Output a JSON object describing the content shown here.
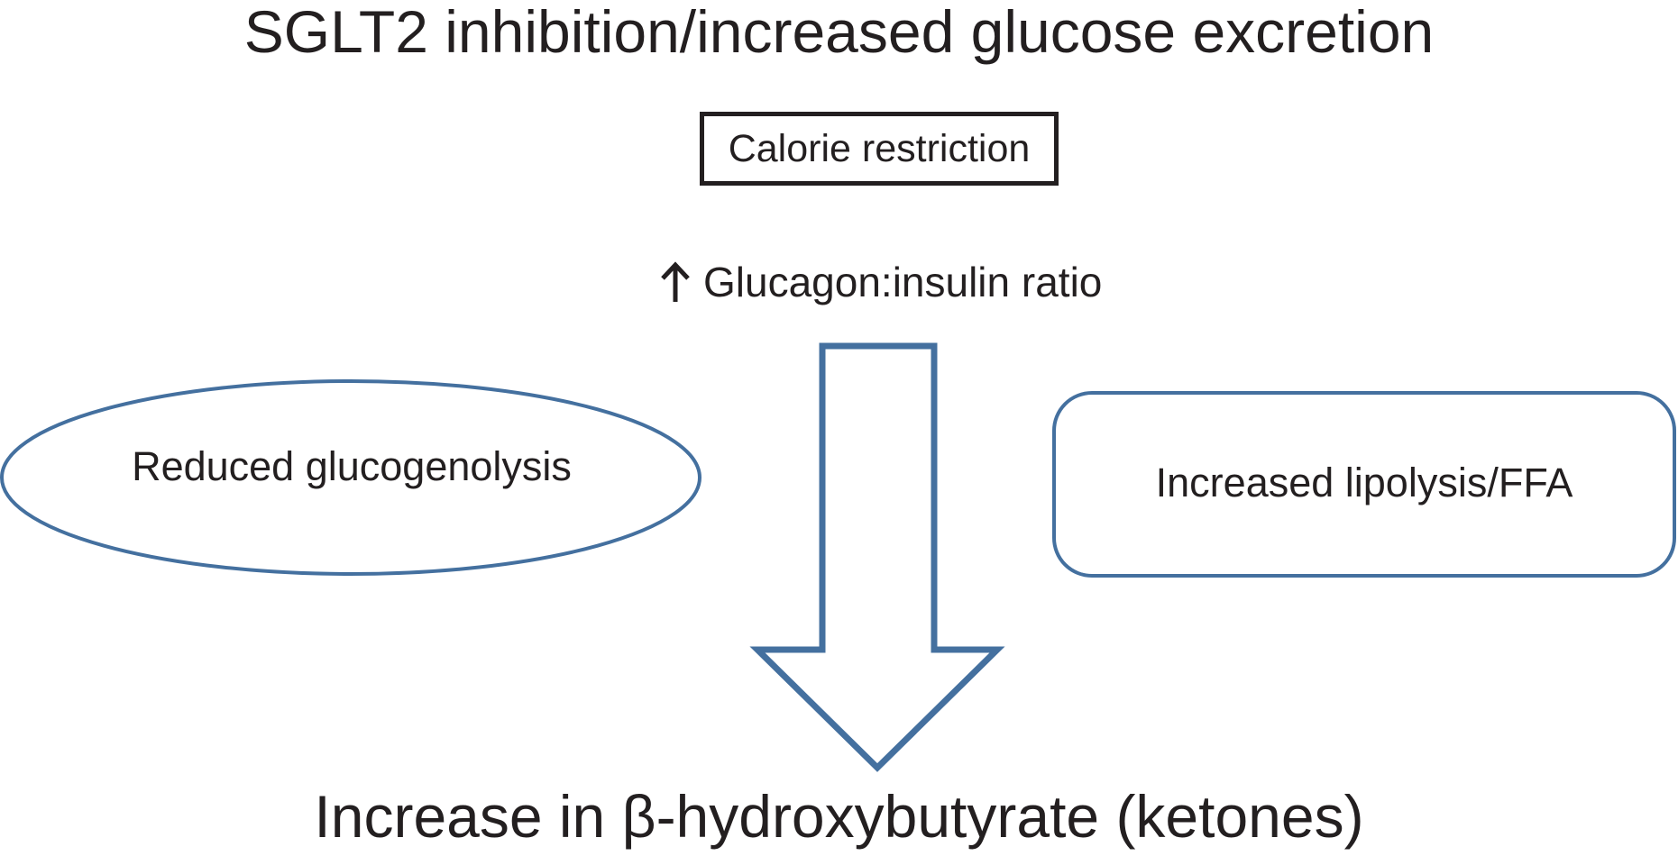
{
  "title": "SGLT2 inhibition/increased glucose excretion",
  "calorie_box": "Calorie restriction",
  "ratio": {
    "arrow_icon": "up-arrow-icon",
    "label": "Glucagon:insulin ratio"
  },
  "left_node": "Reduced glucogenolysis",
  "right_node": "Increased lipolysis/FFA",
  "result": "Increase in β-hydroxybutyrate (ketones)",
  "colors": {
    "text": "#231f20",
    "shape_stroke": "#44709f",
    "box_border": "#231f20"
  }
}
